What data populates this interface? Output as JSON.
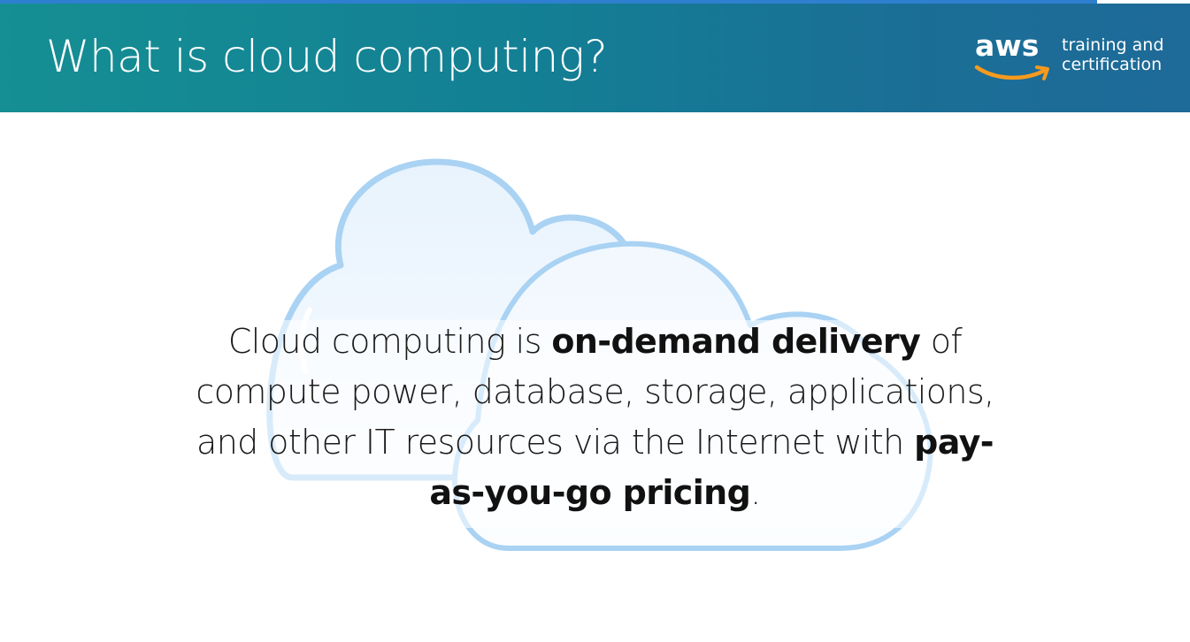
{
  "slide": {
    "title": "What is cloud computing?"
  },
  "logo": {
    "word": "aws",
    "tagline_line1": "training and",
    "tagline_line2": "certification"
  },
  "definition": {
    "part1": "Cloud computing is ",
    "highlight1": "on-demand delivery",
    "part2": " of compute power, database, storage, applications, and other IT resources via the Internet with ",
    "highlight2": "pay-as-you-go pricing",
    "part3": "."
  },
  "colors": {
    "header_start": "#158f93",
    "header_end": "#1e6a98",
    "top_line": "#2f7fd1",
    "cloud_outline": "#a9d2f3",
    "logo_smile": "#f79a1e"
  }
}
